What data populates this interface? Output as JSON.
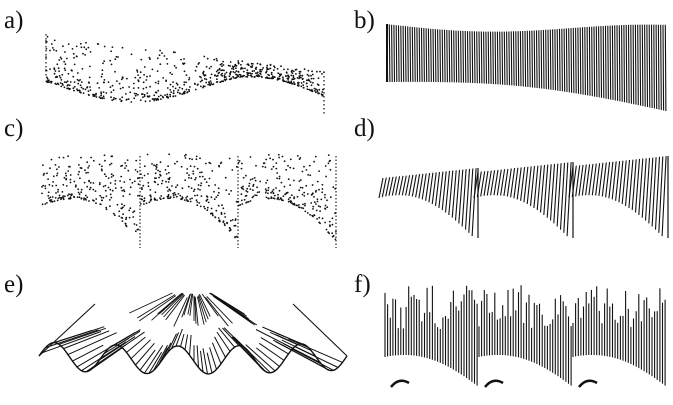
{
  "figure": {
    "panels": [
      {
        "id": "a",
        "label": "a)",
        "style": "stipple-wave"
      },
      {
        "id": "b",
        "label": "b)",
        "style": "hatch-band"
      },
      {
        "id": "c",
        "label": "c)",
        "style": "stipple-sawtooth"
      },
      {
        "id": "d",
        "label": "d)",
        "style": "hatch-sawtooth"
      },
      {
        "id": "e",
        "label": "e)",
        "style": "radial-drape"
      },
      {
        "id": "f",
        "label": "f)",
        "style": "hatch-spikes"
      }
    ],
    "colors": {
      "ink": "#111111",
      "background": "#ffffff"
    }
  }
}
